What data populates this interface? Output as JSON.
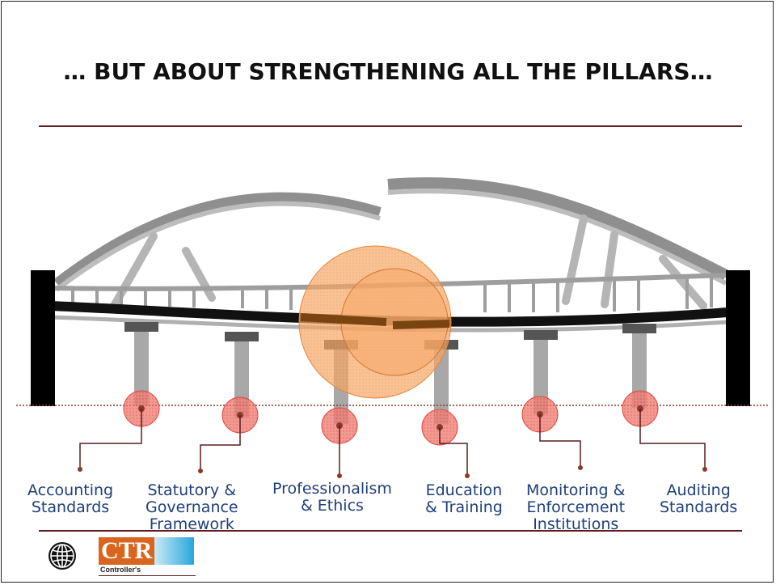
{
  "slide": {
    "title": "… BUT ABOUT STRENGTHENING ALL THE PILLARS…"
  },
  "pillars": [
    {
      "lines": [
        "Accounting",
        "Standards"
      ]
    },
    {
      "lines": [
        "Statutory &",
        "Governance",
        "Framework"
      ]
    },
    {
      "lines": [
        "Professionalism",
        "& Ethics"
      ]
    },
    {
      "lines": [
        "Education",
        "& Training"
      ]
    },
    {
      "lines": [
        "Monitoring &",
        "Enforcement",
        "Institutions"
      ]
    },
    {
      "lines": [
        "Auditing",
        "Standards"
      ]
    }
  ],
  "logos": {
    "globe_icon": "globe-icon",
    "ctr_text": "CTR",
    "ctr_subtext": "Controller's"
  },
  "colors": {
    "title": "#111111",
    "rule": "#5a1e1e",
    "label": "#1f3f7a",
    "highlight": "#f5a15a",
    "marker": "#e8675c"
  }
}
